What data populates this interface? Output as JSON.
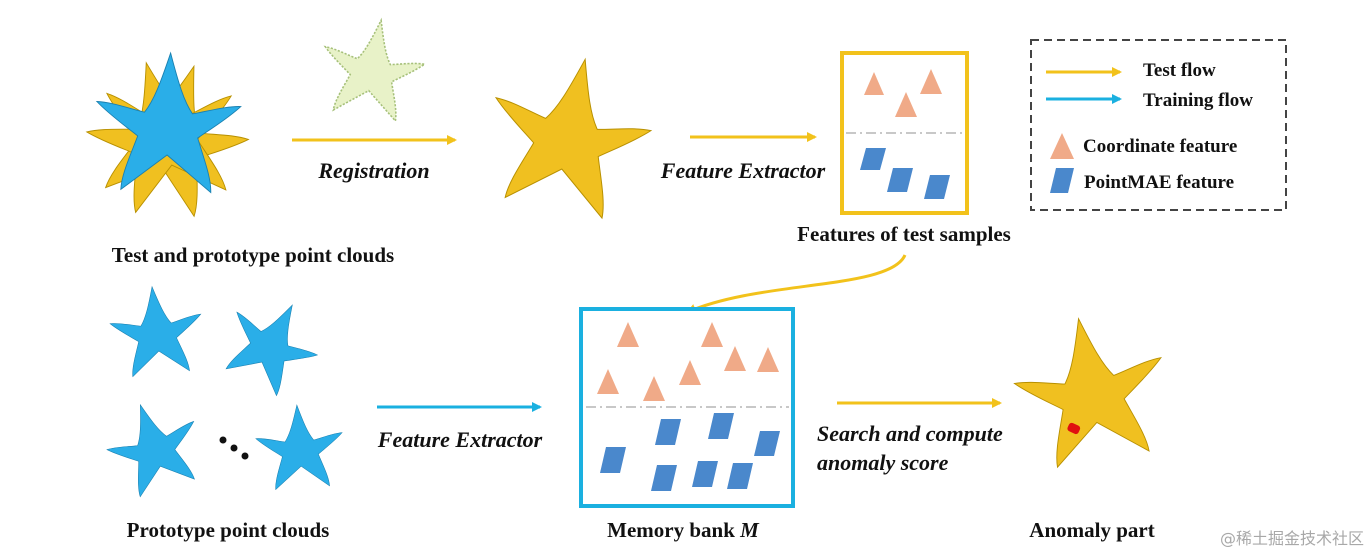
{
  "captions": {
    "test_prototype": "Test and prototype point clouds",
    "features_test": "Features of test samples",
    "prototype": "Prototype point clouds",
    "memory_bank": "Memory bank ",
    "memory_bank_symbol": "M",
    "anomaly": "Anomaly part"
  },
  "arrow_labels": {
    "registration": "Registration",
    "feature_extractor_top": "Feature Extractor",
    "feature_extractor_bottom": "Feature Extractor",
    "search_line1": "Search and compute",
    "search_line2": "anomaly score"
  },
  "legend": {
    "test_flow": "Test flow",
    "training_flow": "Training flow",
    "coordinate_feature": "Coordinate feature",
    "pointmae_feature": "PointMAE feature"
  },
  "colors": {
    "test_flow": "#f2c21b",
    "training_flow": "#1ab0e0",
    "starfish_yellow": "#f0c020",
    "starfish_blue": "#2aaee8",
    "coordinate": "#f0aa88",
    "pointmae": "#4a88cc",
    "anomaly": "#e01010"
  },
  "watermark": "@稀土掘金技术社区"
}
